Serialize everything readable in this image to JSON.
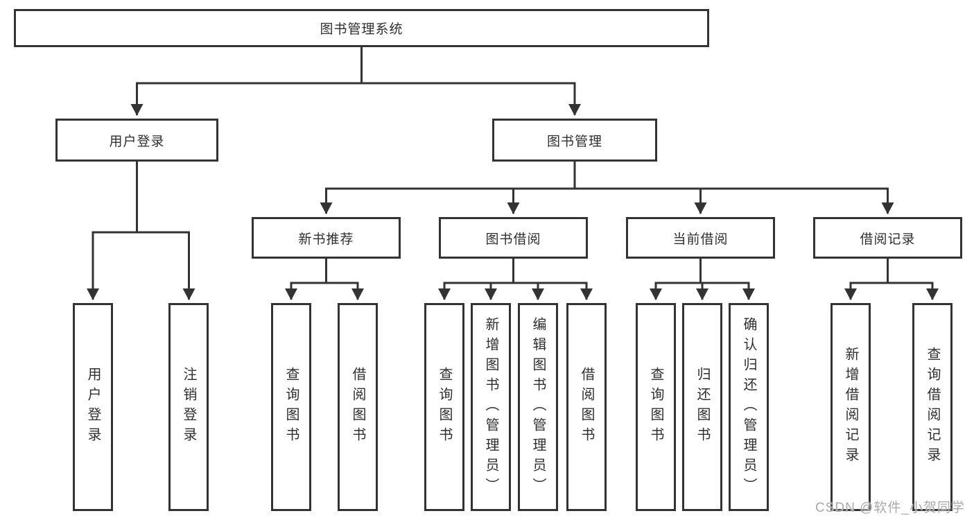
{
  "diagram_type": "hierarchy-tree",
  "colors": {
    "line": "#333333",
    "box_border": "#333333",
    "box_fill": "#ffffff",
    "text": "#2f2f2f",
    "watermark": "#a9a9a9"
  },
  "tree": {
    "label": "图书管理系统",
    "children": [
      {
        "label": "用户登录",
        "children": [
          {
            "label": "用户登录"
          },
          {
            "label": "注销登录"
          }
        ]
      },
      {
        "label": "图书管理",
        "children": [
          {
            "label": "新书推荐",
            "children": [
              {
                "label": "查询图书"
              },
              {
                "label": "借阅图书"
              }
            ]
          },
          {
            "label": "图书借阅",
            "children": [
              {
                "label": "查询图书"
              },
              {
                "label": "新增图书（管理员）"
              },
              {
                "label": "编辑图书（管理员）"
              },
              {
                "label": "借阅图书"
              }
            ]
          },
          {
            "label": "当前借阅",
            "children": [
              {
                "label": "查询图书"
              },
              {
                "label": "归还图书"
              },
              {
                "label": "确认归还（管理员）"
              }
            ]
          },
          {
            "label": "借阅记录",
            "children": [
              {
                "label": "新增借阅记录"
              },
              {
                "label": "查询借阅记录"
              }
            ]
          }
        ]
      }
    ]
  },
  "watermark": "CSDN @软件_小贺同学"
}
